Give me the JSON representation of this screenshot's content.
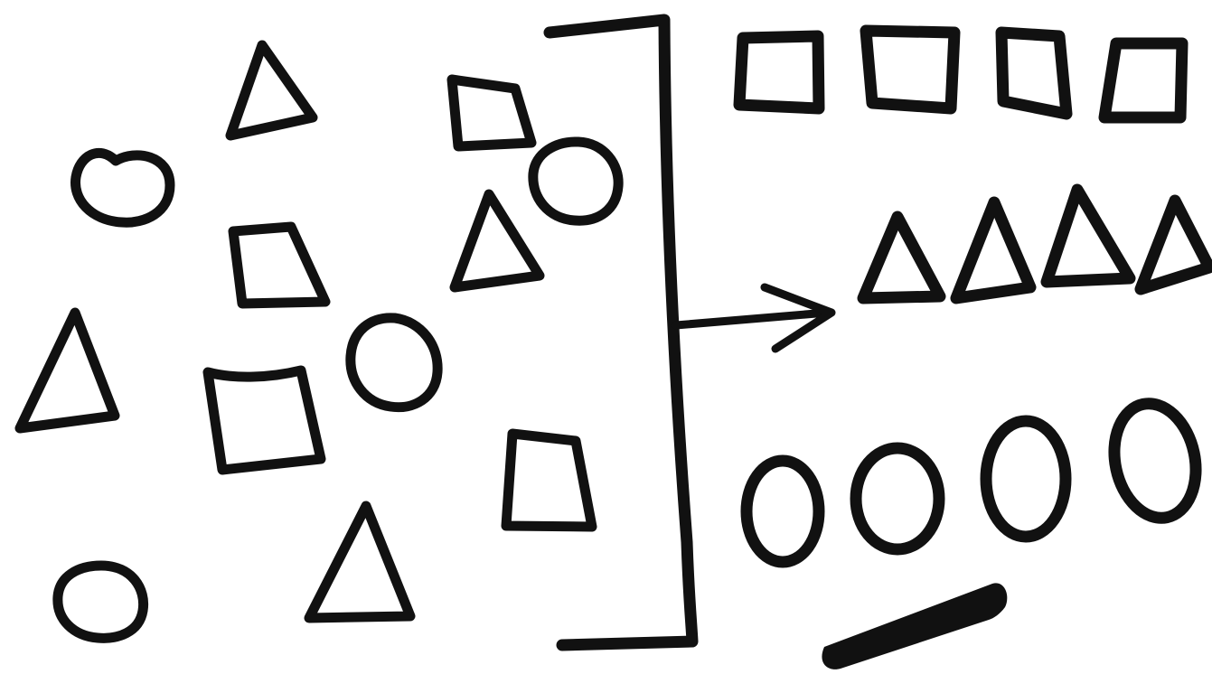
{
  "diagram": {
    "left_group": {
      "shapes": [
        "triangle",
        "triangle",
        "triangle",
        "triangle",
        "square",
        "square",
        "square",
        "square",
        "circle",
        "circle",
        "circle",
        "circle"
      ]
    },
    "output_rows": [
      {
        "shape": "square",
        "count": 4
      },
      {
        "shape": "triangle",
        "count": 4
      },
      {
        "shape": "circle",
        "count": 4
      }
    ],
    "colors": {
      "ink": "#111111",
      "paper": "#ffffff"
    },
    "objects": [
      "bracket",
      "arrow",
      "chalk-stick"
    ]
  }
}
